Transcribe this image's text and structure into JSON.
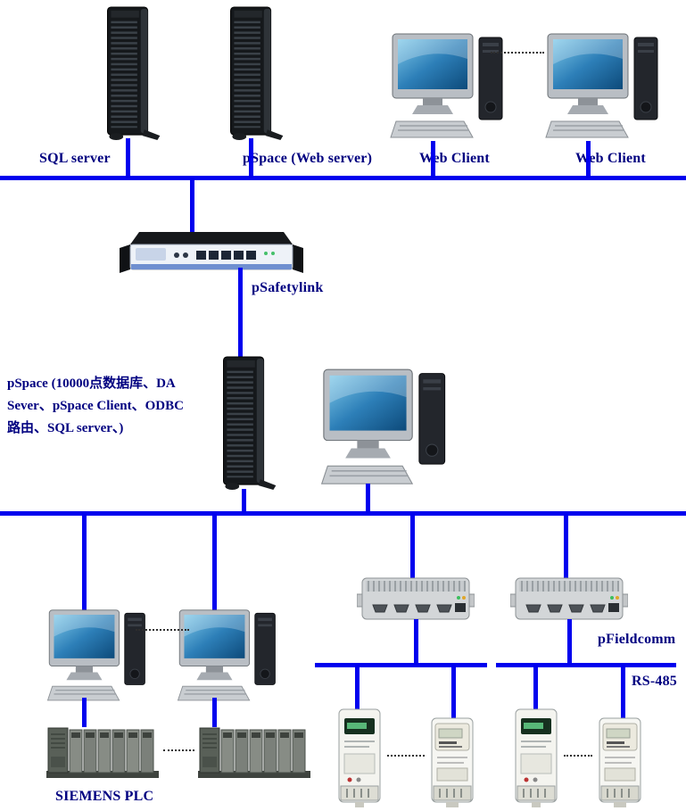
{
  "diagram": {
    "colors": {
      "bus_line": "#0000ee",
      "label_text": "#000080"
    },
    "labels": {
      "sql_server": "SQL server",
      "pspace_web_server": "pSpace (Web server)",
      "web_client_1": "Web Client",
      "web_client_2": "Web Client",
      "psafetylink": "pSafetylink",
      "pfieldcomm": "pFieldcomm",
      "rs485": "RS-485",
      "siemens_plc": "SIEMENS  PLC"
    },
    "pspace_description": {
      "line1": "pSpace (10000点数据库、DA",
      "line2": "Sever、pSpace Client、ODBC",
      "line3": "路由、SQL server、)"
    }
  }
}
